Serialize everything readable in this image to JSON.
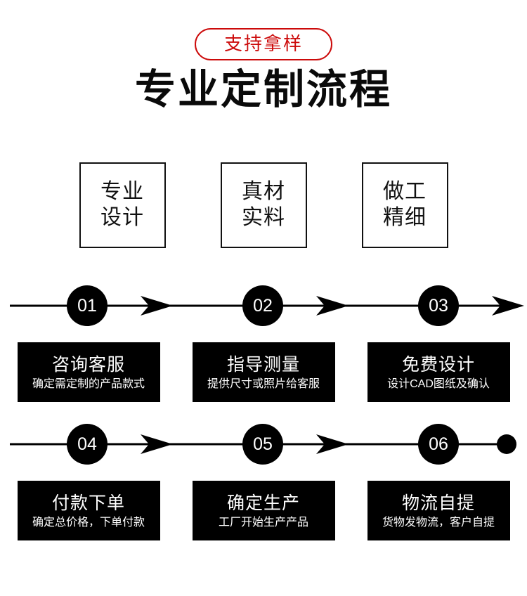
{
  "header": {
    "badge_label": "支持拿样",
    "title": "专业定制流程",
    "badge_color": "#CC0A0A",
    "title_color": "#0A0A0A"
  },
  "features": [
    {
      "line1": "专业",
      "line2": "设计"
    },
    {
      "line1": "真材",
      "line2": "实料"
    },
    {
      "line1": "做工",
      "line2": "精细"
    }
  ],
  "flow": {
    "line_color": "#000000",
    "circle_color": "#000000",
    "circle_text_color": "#FFFFFF",
    "box_bg": "#000000",
    "box_text_color": "#FFFFFF",
    "rows": [
      {
        "steps": [
          {
            "number": "01",
            "title": "咨询客服",
            "desc": "确定需定制的产品款式"
          },
          {
            "number": "02",
            "title": "指导测量",
            "desc": "提供尺寸或照片给客服"
          },
          {
            "number": "03",
            "title": "免费设计",
            "desc": "设计CAD图纸及确认"
          }
        ],
        "end_marker": "arrow-head"
      },
      {
        "steps": [
          {
            "number": "04",
            "title": "付款下单",
            "desc": "确定总价格，下单付款"
          },
          {
            "number": "05",
            "title": "确定生产",
            "desc": "工厂开始生产产品"
          },
          {
            "number": "06",
            "title": "物流自提",
            "desc": "货物发物流，客户自提"
          }
        ],
        "end_marker": "dot"
      }
    ]
  }
}
